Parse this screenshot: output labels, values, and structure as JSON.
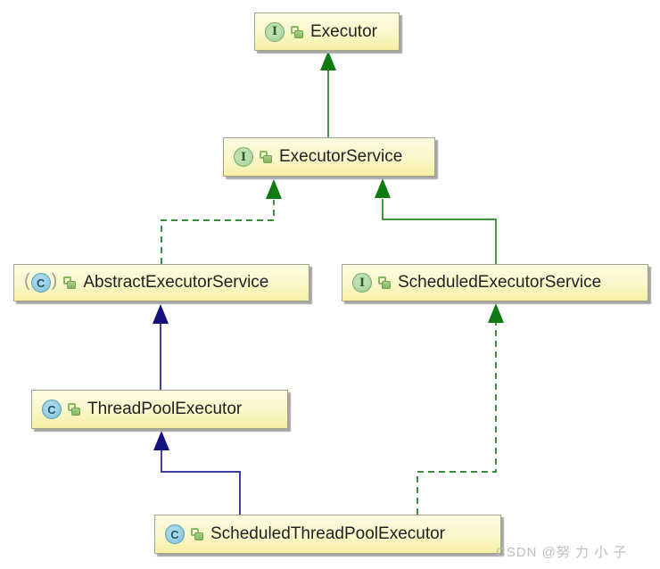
{
  "diagram": {
    "nodes": [
      {
        "label": "Executor",
        "type": "interface"
      },
      {
        "label": "ExecutorService",
        "type": "interface"
      },
      {
        "label": "AbstractExecutorService",
        "type": "abstract-class"
      },
      {
        "label": "ScheduledExecutorService",
        "type": "interface"
      },
      {
        "label": "ThreadPoolExecutor",
        "type": "class"
      },
      {
        "label": "ScheduledThreadPoolExecutor",
        "type": "class"
      }
    ],
    "edges": [
      {
        "from": "ExecutorService",
        "to": "Executor",
        "relation": "extends",
        "line": "solid",
        "color": "green"
      },
      {
        "from": "AbstractExecutorService",
        "to": "ExecutorService",
        "relation": "implements",
        "line": "dashed",
        "color": "green"
      },
      {
        "from": "ScheduledExecutorService",
        "to": "ExecutorService",
        "relation": "extends",
        "line": "solid",
        "color": "green"
      },
      {
        "from": "ThreadPoolExecutor",
        "to": "AbstractExecutorService",
        "relation": "extends",
        "line": "solid",
        "color": "blue"
      },
      {
        "from": "ScheduledThreadPoolExecutor",
        "to": "ThreadPoolExecutor",
        "relation": "extends",
        "line": "solid",
        "color": "blue"
      },
      {
        "from": "ScheduledThreadPoolExecutor",
        "to": "ScheduledExecutorService",
        "relation": "implements",
        "line": "dashed",
        "color": "green"
      }
    ],
    "icon_letters": {
      "interface": "I",
      "class": "C",
      "paren_open": "(",
      "paren_close": ")"
    },
    "colors": {
      "node_fill_top": "#fcfbe2",
      "node_fill_bottom": "#f5efa3",
      "node_border": "#a4a48e",
      "node_shadow": "#a6a6a6",
      "interface_icon_green": "#94c68a",
      "class_icon_blue": "#72bad5",
      "lock_green": "#84b65e",
      "edge_green": "#1c8c1c",
      "edge_blue": "#20208c"
    }
  },
  "watermark": "CSDN @努 力 小 子"
}
